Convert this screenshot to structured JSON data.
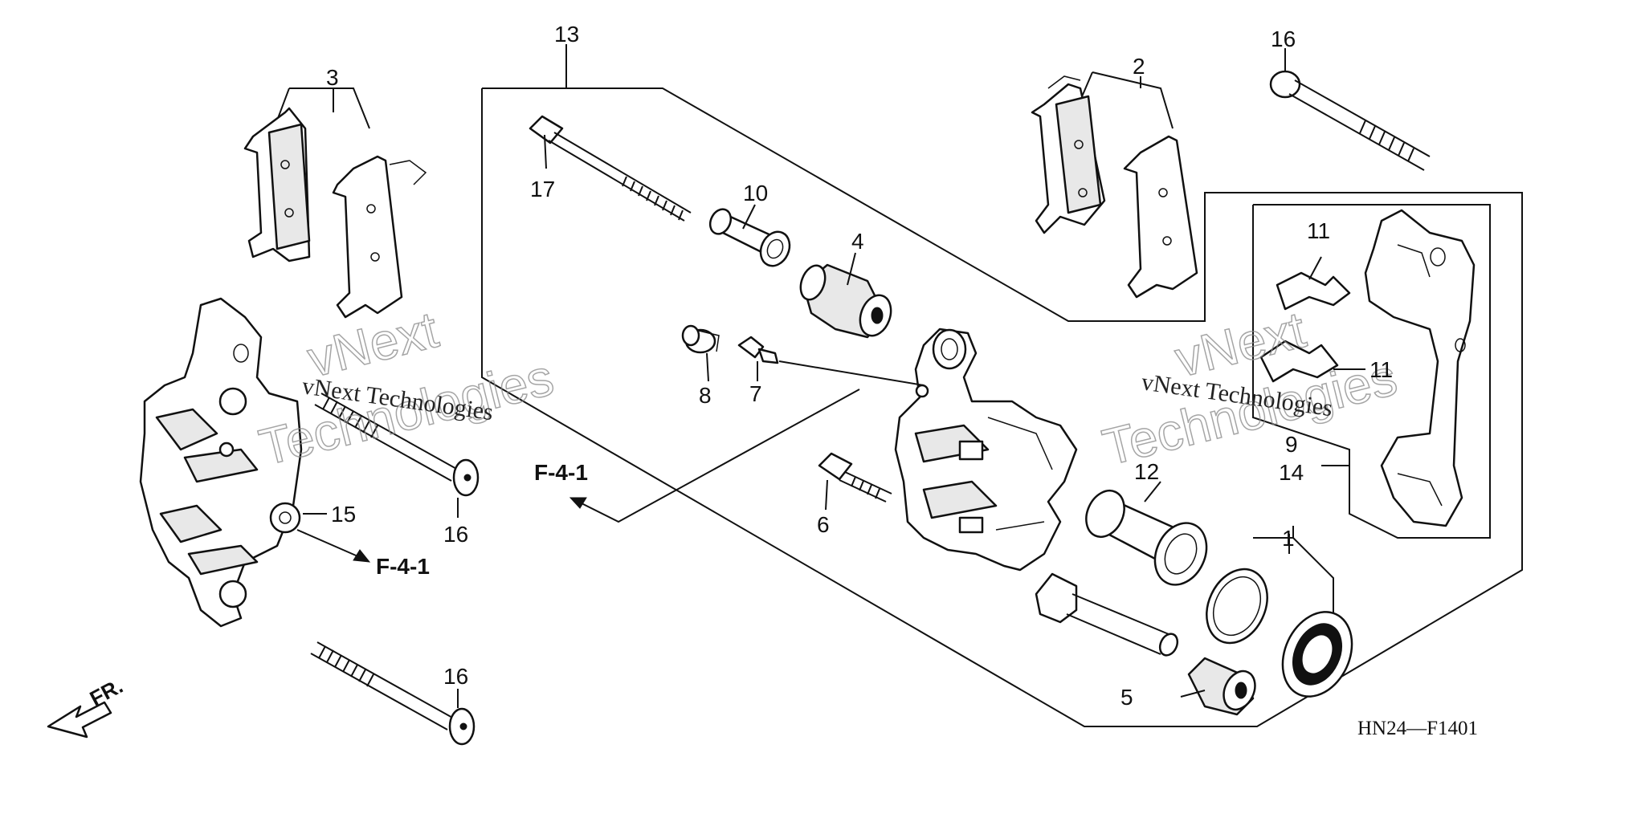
{
  "diagram": {
    "callouts": {
      "c1": "1",
      "c2": "2",
      "c3": "3",
      "c4": "4",
      "c5": "5",
      "c6": "6",
      "c7": "7",
      "c8": "8",
      "c9": "9",
      "c10": "10",
      "c11a": "11",
      "c11b": "11",
      "c12": "12",
      "c13": "13",
      "c14": "14",
      "c15": "15",
      "c16a": "16",
      "c16b": "16",
      "c16c": "16",
      "c17": "17"
    },
    "references": {
      "left": "F-4-1",
      "center": "F-4-1"
    },
    "watermark": {
      "line1": "vNext Technologies",
      "outline_a": "vNext",
      "outline_b": "Technologies"
    },
    "diagram_code": "HN24—F1401",
    "direction_label": "FR."
  }
}
